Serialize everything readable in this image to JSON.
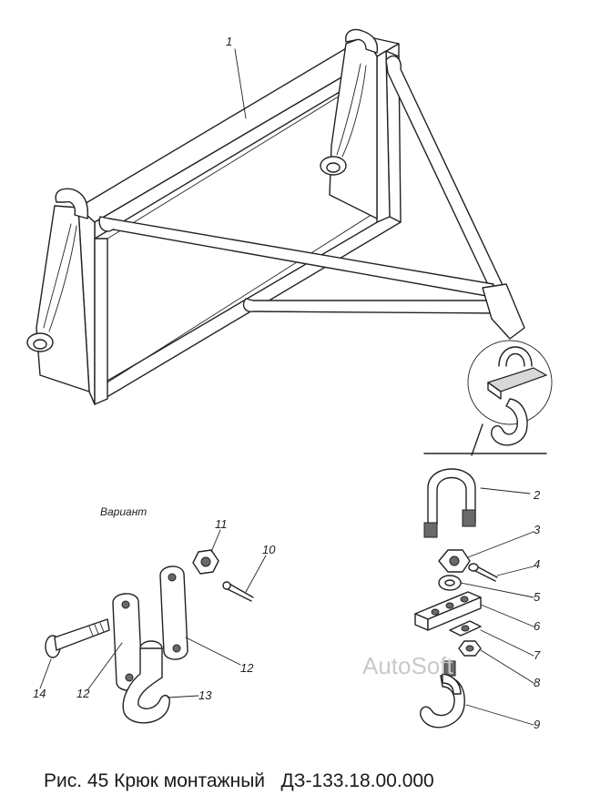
{
  "figure": {
    "caption": "Рис. 45 Крюк монтажный   ДЗ-133.18.00.000",
    "variant_label": "Вариант",
    "watermark": "AutoSoft"
  },
  "callouts": [
    {
      "id": "1",
      "label": "1"
    },
    {
      "id": "2",
      "label": "2"
    },
    {
      "id": "3",
      "label": "3"
    },
    {
      "id": "4",
      "label": "4"
    },
    {
      "id": "5",
      "label": "5"
    },
    {
      "id": "6",
      "label": "6"
    },
    {
      "id": "7",
      "label": "7"
    },
    {
      "id": "8",
      "label": "8"
    },
    {
      "id": "9",
      "label": "9"
    },
    {
      "id": "10",
      "label": "10"
    },
    {
      "id": "11",
      "label": "11"
    },
    {
      "id": "12a",
      "label": "12"
    },
    {
      "id": "12b",
      "label": "12"
    },
    {
      "id": "13",
      "label": "13"
    },
    {
      "id": "14",
      "label": "14"
    }
  ]
}
